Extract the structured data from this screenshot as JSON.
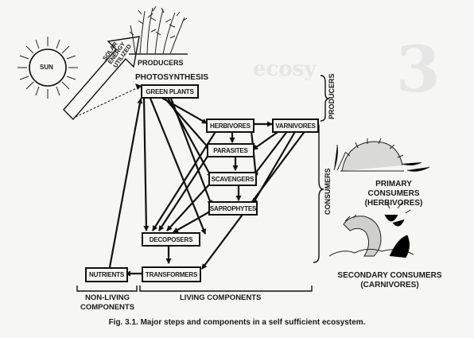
{
  "diagram": {
    "sun": "SUN",
    "solar_energy": [
      "SOLAR",
      "ENERGY",
      "UTILIZED"
    ],
    "producers_label": "PRODUCERS",
    "photosynthesis_label": "PHOTOSYNTHESIS",
    "boxes": {
      "green_plants": "GREEN PLANTS",
      "herbivores": "HERBIVORES",
      "carnivores": "VARNIVORES",
      "parasites": "PARASITES",
      "scavengers": "SCAVENGERS",
      "saprophytes": "SAPROPHYTES",
      "decomposers": "DECOPOSERS",
      "transformers": "TRANSFORMERS",
      "nutrients": "NUTRIENTS"
    },
    "brace_producers": "PRODUCERS",
    "brace_consumers": "CONSUMERS",
    "primary_consumers": [
      "PRIMARY",
      "CONSUMERS",
      "(HERBIVORES)"
    ],
    "secondary_consumers": [
      "SECONDARY CONSUMERS",
      "(CARNIVORES)"
    ],
    "non_living": [
      "NON-LIVING",
      "COMPONENTS"
    ],
    "living": "LIVING COMPONENTS"
  },
  "caption": {
    "figure_no": "Fig. 3.1.",
    "text": "Major steps and components in a self sufficient ecosystem."
  }
}
